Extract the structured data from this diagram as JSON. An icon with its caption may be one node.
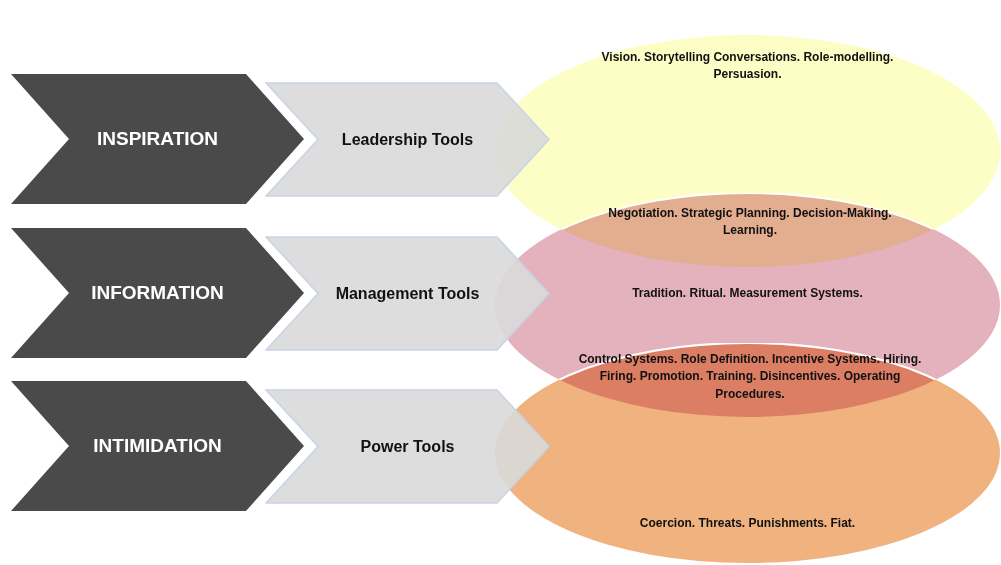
{
  "diagram": {
    "nodes": [
      {
        "text": [
          "INSPIRATION"
        ]
      },
      {
        "text": [
          "Leadership Tools"
        ]
      },
      {
        "text": [
          "INFORMATION"
        ]
      },
      {
        "text": [
          "Management Tools"
        ]
      },
      {
        "text": [
          "INTIMIDATION"
        ]
      },
      {
        "text": [
          "Power Tools"
        ]
      },
      {
        "text": [
          "Vision. Storytelling Conversations. Role-modelling. Persuasion."
        ]
      },
      {
        "text": [
          "Negotiation. Strategic Planning. Decision-Making. Learning."
        ]
      },
      {
        "text": [
          "Tradition. Ritual. Measurement Systems."
        ]
      },
      {
        "text": [
          "Control Systems. Role Definition. Incentive Systems. Hiring. Firing. Promotion. Training. Disincentives. Operating Procedures."
        ]
      },
      {
        "text": [
          "Coercion. Threats. Punishments. Fiat."
        ]
      }
    ]
  }
}
